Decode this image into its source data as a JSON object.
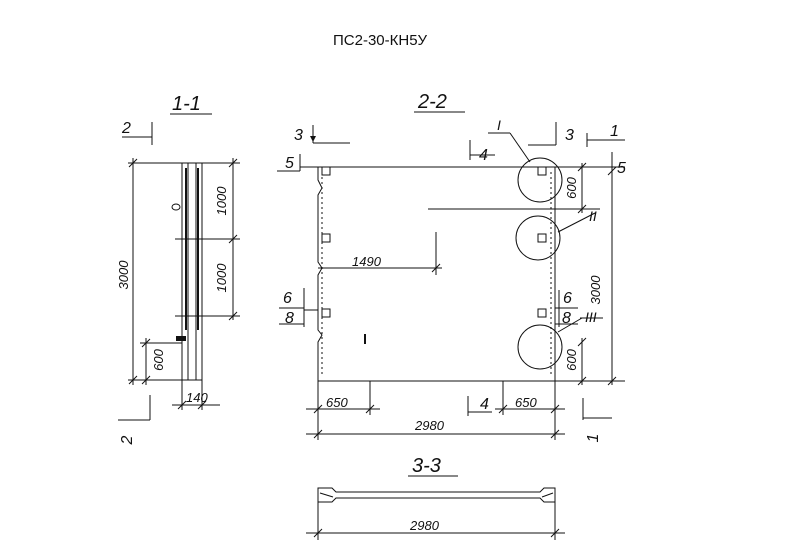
{
  "title": "ПС2-30-КН5У",
  "views": {
    "section_1_1": {
      "label": "1-1",
      "dims": {
        "total_height": "3000",
        "upper_1000": "1000",
        "lower_1000": "1000",
        "bottom_600": "600",
        "width_140": "140"
      },
      "cut_marks": {
        "top": "2",
        "bottom": "2"
      }
    },
    "section_2_2": {
      "label": "2-2",
      "dims": {
        "width_2980": "2980",
        "left_650": "650",
        "right_650": "650",
        "dist_1490": "1490",
        "height_3000": "3000",
        "top_600": "600",
        "bottom_600": "600"
      },
      "marks": {
        "m1_top": "1",
        "m1_bottom": "1",
        "m3_left": "3",
        "m3_right": "3",
        "m4_top": "4",
        "m4_bottom": "4",
        "m5_left": "5",
        "m5_right": "5",
        "m6_left": "6",
        "m6_right": "6",
        "m8_left": "8",
        "m8_right": "8"
      },
      "callouts": {
        "node_i": "I",
        "node_ii": "II",
        "node_iii": "III"
      }
    },
    "section_3_3": {
      "label": "3-3",
      "dims": {
        "width_2980": "2980"
      }
    }
  }
}
